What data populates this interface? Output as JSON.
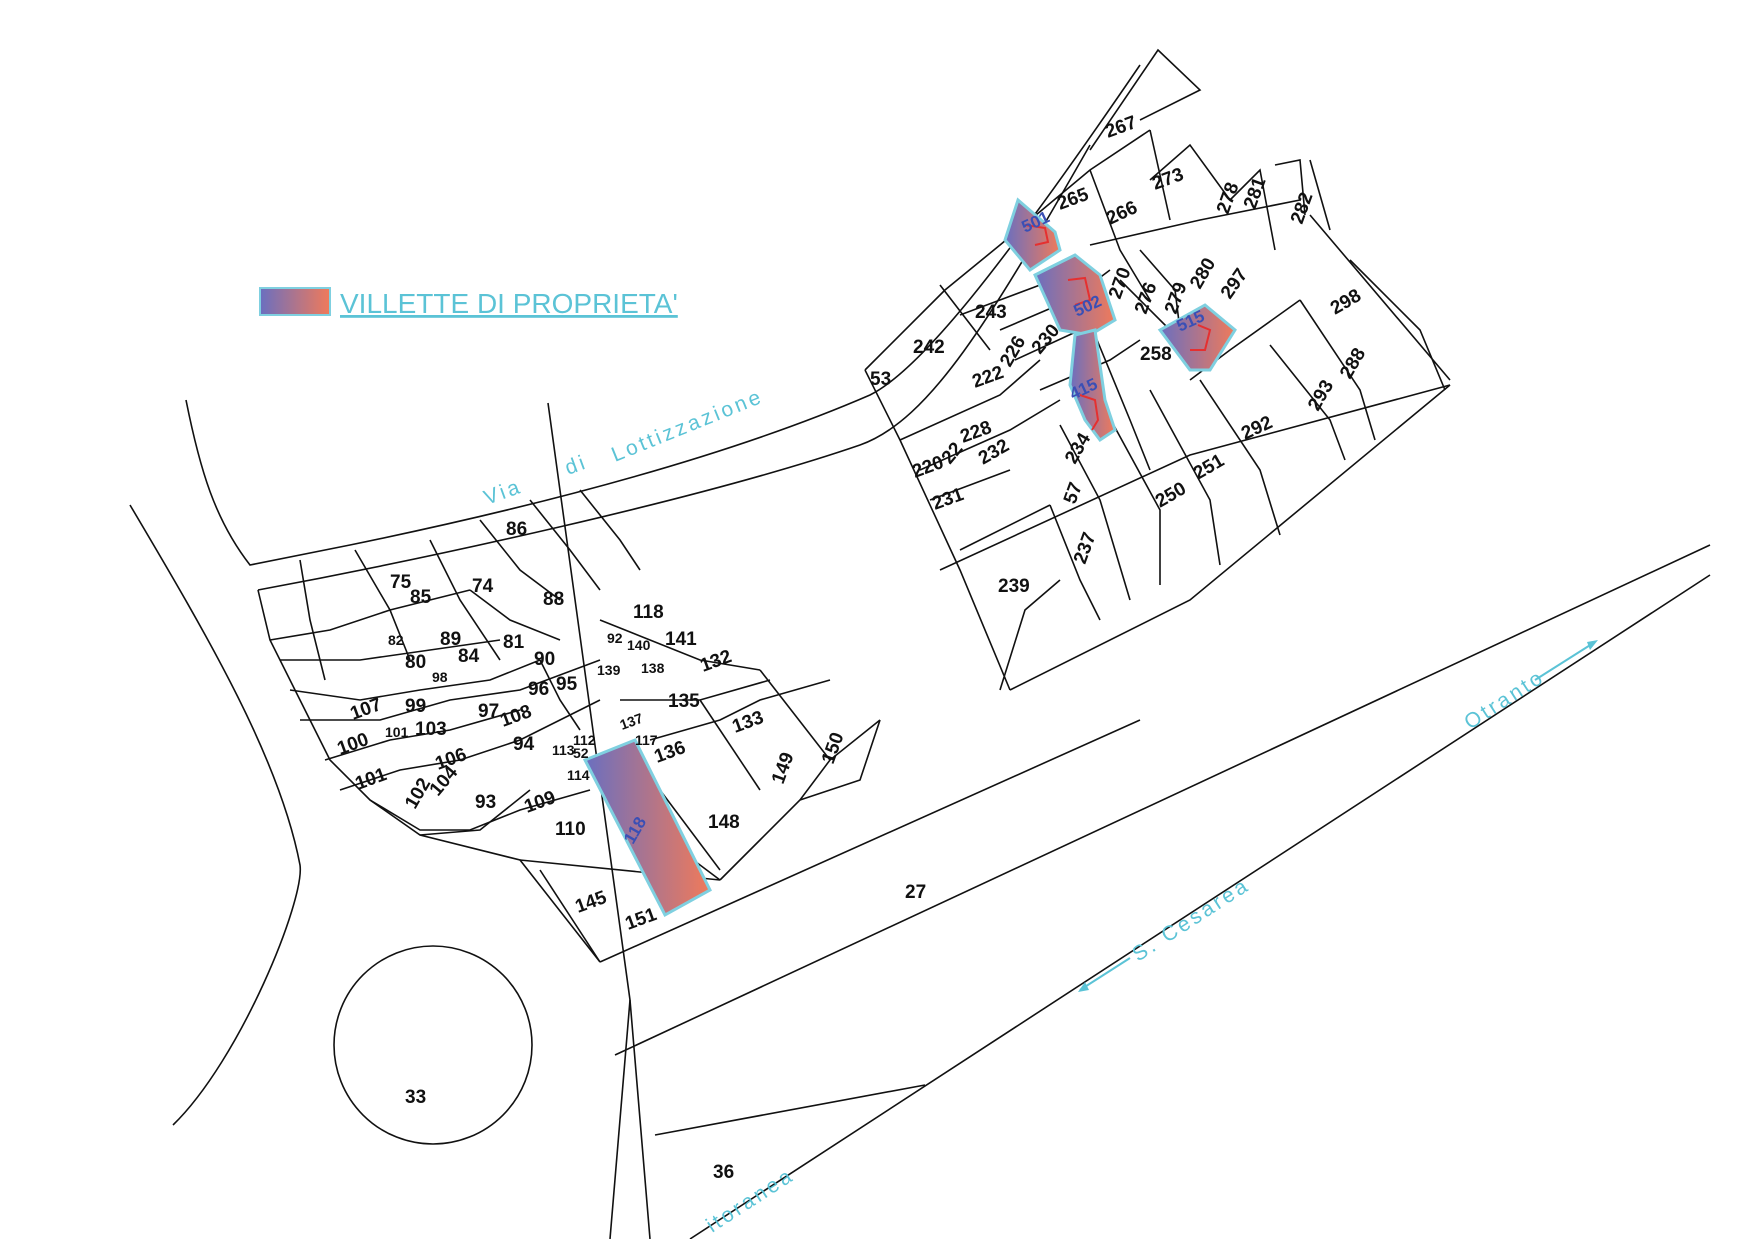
{
  "legend": {
    "label": "VILLETTE DI PROPRIETA'",
    "gradient_start": "#6a6fc0",
    "gradient_end": "#f07a5a"
  },
  "roads": {
    "lottizzazione": [
      "Via",
      "di",
      "Lottizzazione"
    ],
    "cesarea": "S. Cesarea",
    "otranto": "Otranto",
    "litoranea": "itoranea"
  },
  "colors": {
    "road_text": "#5bc3d6",
    "lines": "#111111",
    "highlight_border": "#7fd0e0"
  },
  "highlighted_lots": [
    "501",
    "502",
    "515",
    "415",
    "118"
  ],
  "lots": {
    "l267": "267",
    "l273": "273",
    "l265": "265",
    "l266": "266",
    "l278": "278",
    "l281": "281",
    "l282": "282",
    "l270": "270",
    "l276": "276",
    "l279": "279",
    "l280": "280",
    "l297": "297",
    "l298": "298",
    "l243": "243",
    "l242": "242",
    "l53": "53",
    "l222": "222",
    "l226": "226",
    "l230": "230",
    "l258": "258",
    "l228": "228",
    "l220": "220",
    "l22": "22",
    "l232": "232",
    "l234": "234",
    "l231": "231",
    "l57": "57",
    "l250": "250",
    "l251": "251",
    "l292": "292",
    "l293": "293",
    "l288": "288",
    "l237": "237",
    "l239": "239",
    "l86": "86",
    "l75": "75",
    "l85": "85",
    "l74": "74",
    "l88": "88",
    "l82": "82",
    "l89": "89",
    "l80": "80",
    "l84": "84",
    "l81": "81",
    "l98": "98",
    "l90": "90",
    "l92": "92",
    "l118b": "118",
    "l140": "140",
    "l141": "141",
    "l139": "139",
    "l138": "138",
    "l132": "132",
    "l107": "107",
    "l99": "99",
    "l97": "97",
    "l108": "108",
    "l96": "96",
    "l95": "95",
    "l100": "100",
    "l101b": "101",
    "l103": "103",
    "l137": "137",
    "l135": "135",
    "l133": "133",
    "l113": "113",
    "l112": "112",
    "l52": "52",
    "l117": "117",
    "l106": "106",
    "l94": "94",
    "l136": "136",
    "l150": "150",
    "l149": "149",
    "l101": "101",
    "l102": "102",
    "l104": "104",
    "l93": "93",
    "l109": "109",
    "l114": "114",
    "l110": "110",
    "l148": "148",
    "l145": "145",
    "l151": "151",
    "l27": "27",
    "l33": "33",
    "l36": "36"
  },
  "highlight_labels": {
    "h501": "501",
    "h502": "502",
    "h515": "515",
    "h415": "415",
    "h118": "118"
  }
}
